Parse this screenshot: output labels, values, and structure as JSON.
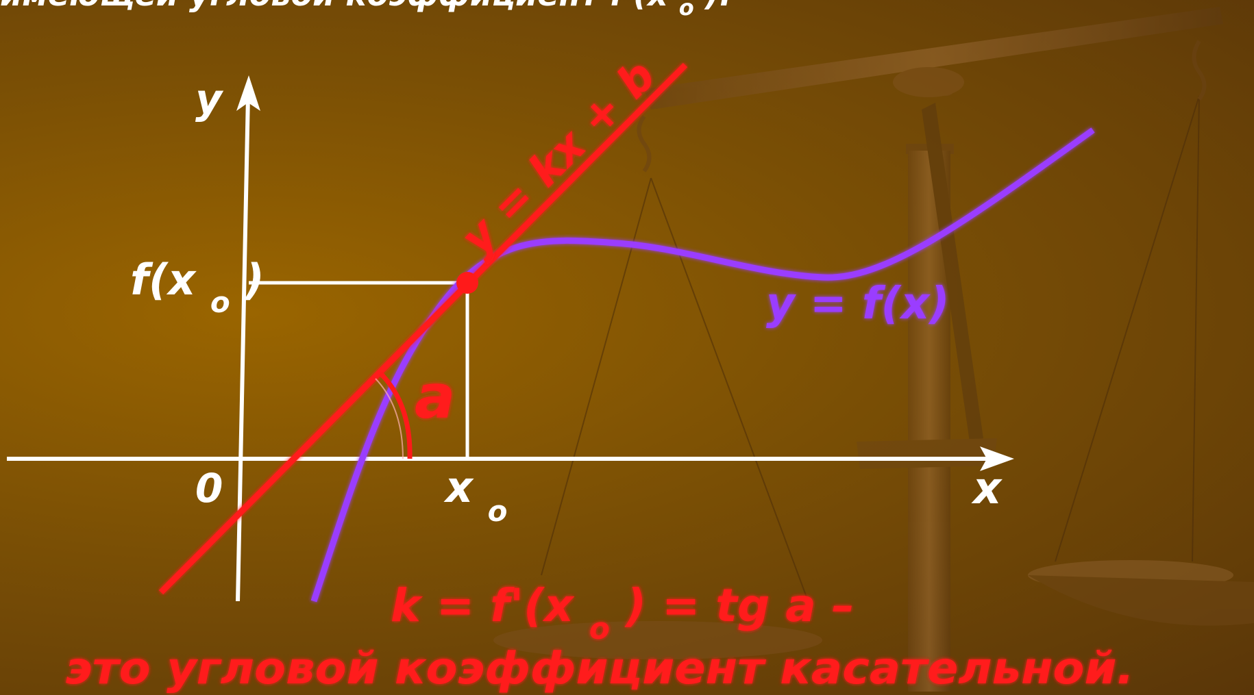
{
  "slide": {
    "top_text": "имеющей угловой коэффициент f'(x",
    "top_text_sub": "o",
    "top_text_end": ")."
  },
  "axes": {
    "y_label": "y",
    "x_label": "x",
    "origin_label": "0",
    "x0_label": "x",
    "x0_sub": "o",
    "fx0_label": "f(x",
    "fx0_sub": "o",
    "fx0_close": ")"
  },
  "tangent": {
    "equation": "y = kx + b",
    "color": "#ff1a1a"
  },
  "curve": {
    "equation": "y = f(x)",
    "color": "#9a3cff"
  },
  "angle": {
    "label": "a"
  },
  "formula": {
    "line1_a": "k = f'(x",
    "line1_sub": "o",
    "line1_b": ") = tg a  –",
    "line2": "это угловой коэффициент касательной."
  },
  "colors": {
    "background": "#8a5a03",
    "axis": "#ffffff",
    "tangent": "#ff1a1a",
    "curve": "#9a3cff"
  }
}
